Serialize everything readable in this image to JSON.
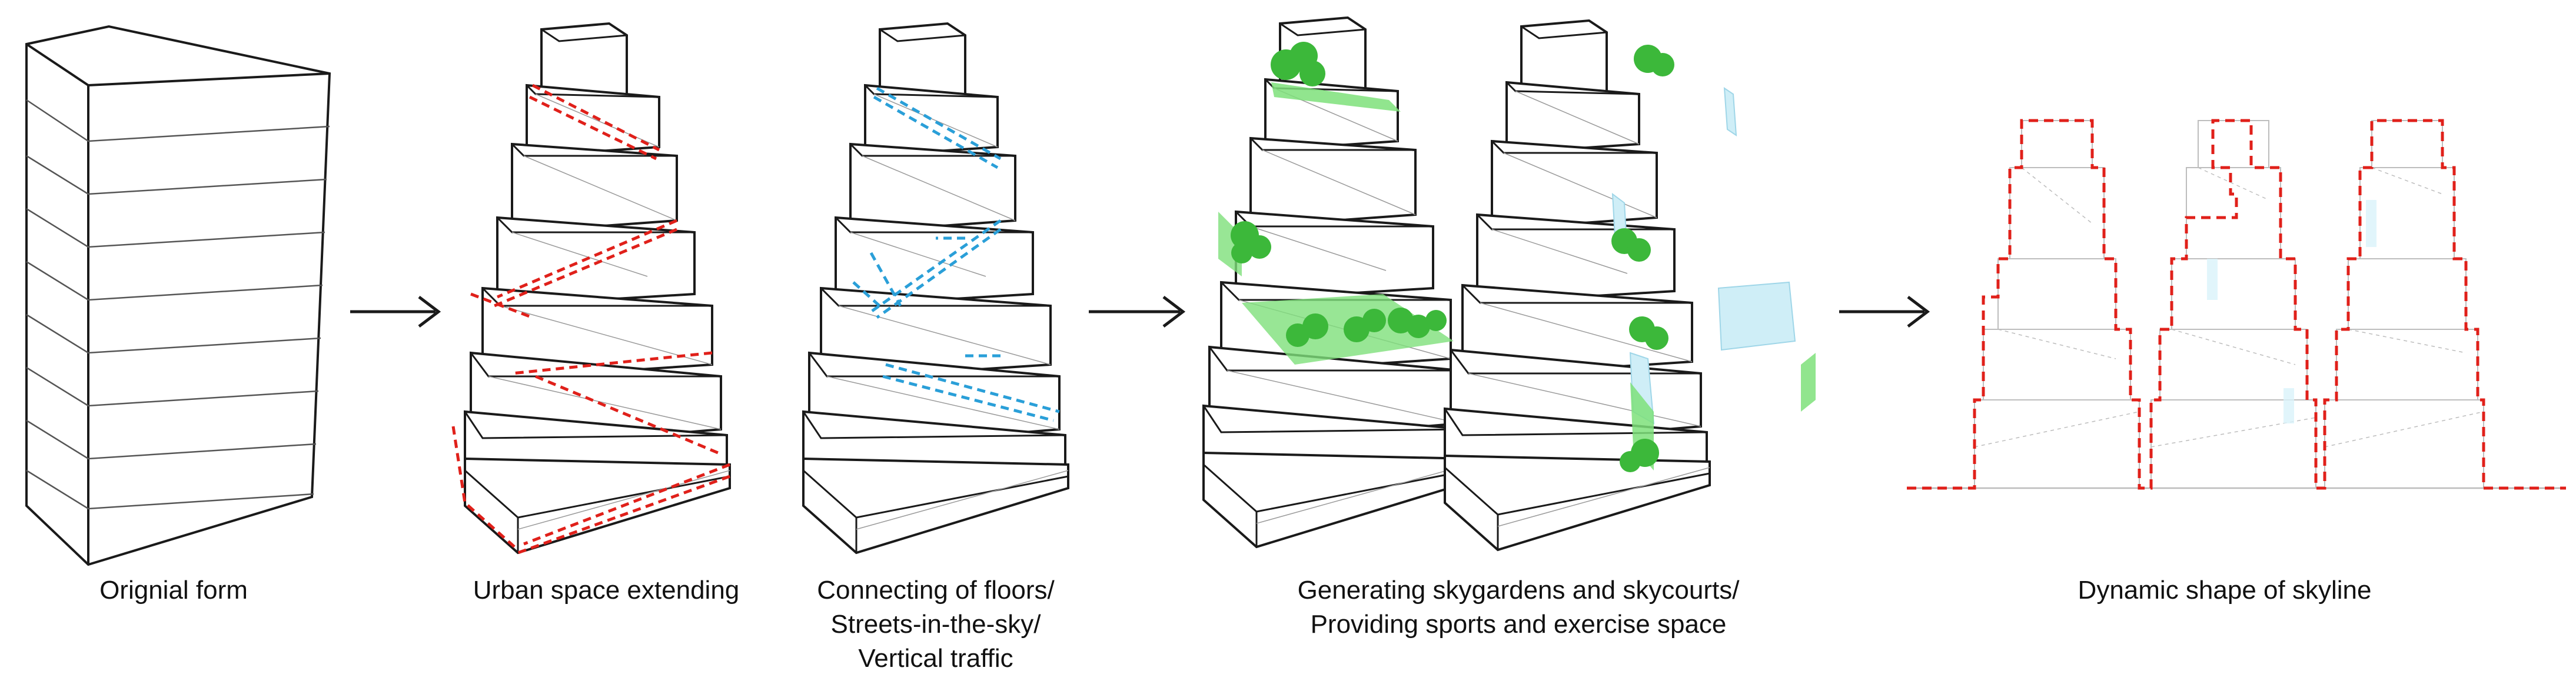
{
  "captions": {
    "original": [
      "Orignial form"
    ],
    "urban": [
      "Urban space extending"
    ],
    "connecting": [
      "Connecting of floors/",
      "Streets-in-the-sky/",
      "Vertical traffic"
    ],
    "gardens": [
      "Generating skygardens and skycourts/",
      "Providing sports and exercise space"
    ],
    "skyline": [
      "Dynamic shape of skyline"
    ]
  },
  "colors": {
    "line": "#1a1a1a",
    "thin": "#9a9a9a",
    "red": "#e0201a",
    "blue": "#2a9fd8",
    "green": "#5fd35a",
    "green_dark": "#2fa82a",
    "glass": "#cfeef7"
  }
}
